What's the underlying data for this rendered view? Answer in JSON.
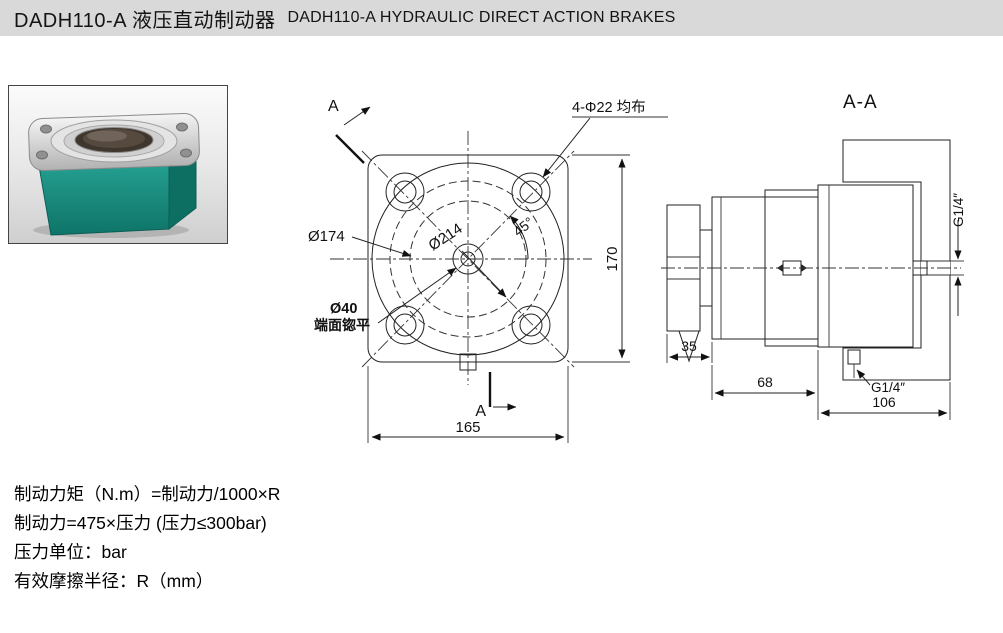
{
  "header": {
    "title_cn": "DADH110-A 液压直动制动器",
    "title_en": "DADH110-A HYDRAULIC DIRECT ACTION BRAKES",
    "bg": "#d9d9d9"
  },
  "photo": {
    "description": "teal hydraulic brake product photo",
    "body_color": "#17897c",
    "flange_color": "#d6d6d6"
  },
  "front_view": {
    "section_arrow_top": "A",
    "section_arrow_bottom": "A",
    "label_holes": "4-Φ22 均布",
    "dia_174": "Ø174",
    "dia_214": "Ø214",
    "angle_45": "45°",
    "dia_40": "Ø40",
    "dia_40_note": "端面锪平",
    "dim_height": "170",
    "dim_width": "165"
  },
  "section_view": {
    "title": "A-A",
    "dim_left": "35",
    "dim_mid": "68",
    "dim_total": "106",
    "port_top": "G1/4″",
    "port_bottom": "G1/4″"
  },
  "formulas": {
    "line1": "制动力矩（N.m）=制动力/1000×R",
    "line2": "制动力=475×压力 (压力≤300bar)",
    "line3": "压力单位：bar",
    "line4": "有效摩擦半径：R（mm）"
  }
}
